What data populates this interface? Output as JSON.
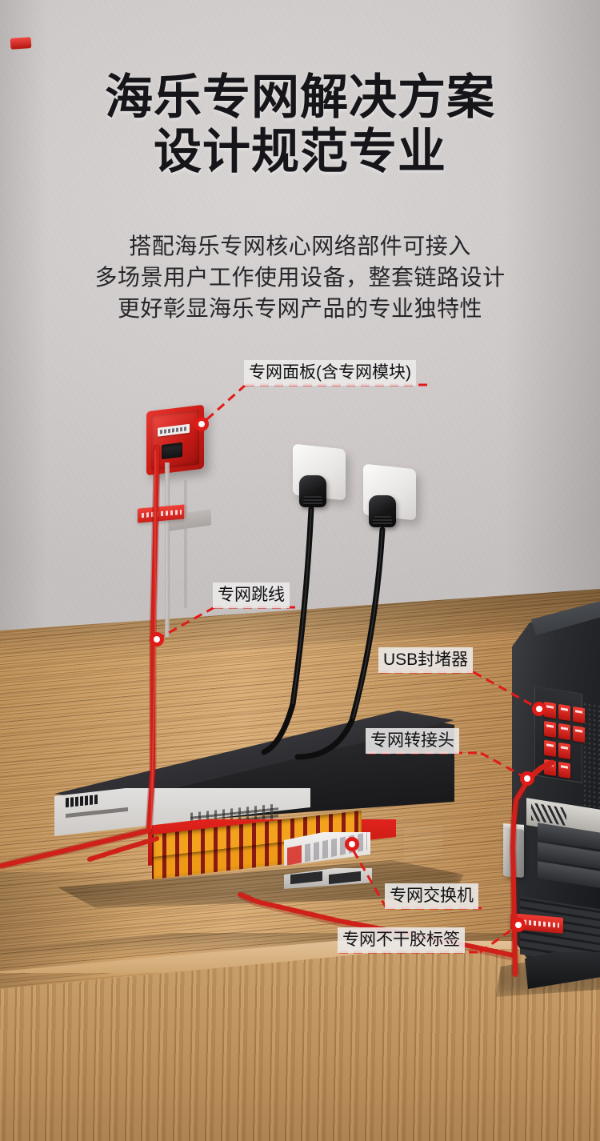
{
  "meta": {
    "brand": "HAILE",
    "accent_red": "#e01b18",
    "wall_color": "#d5d1d0",
    "desk_color": "#c89a61"
  },
  "header": {
    "title_line1": "海乐专网解决方案",
    "title_line2": "设计规范专业",
    "subtitle_line1": "搭配海乐专网核心网络部件可接入",
    "subtitle_line2": "多场景用户工作使用设备，整套链路设计",
    "subtitle_line3": "更好彰显海乐专网产品的专业独特性"
  },
  "callouts": [
    {
      "id": "panel",
      "label": "专网面板(含专网模块)"
    },
    {
      "id": "patch",
      "label": "专网跳线"
    },
    {
      "id": "usb",
      "label": "USB封堵器"
    },
    {
      "id": "adapter",
      "label": "专网转接头"
    },
    {
      "id": "switch",
      "label": "专网交换机"
    },
    {
      "id": "sticker",
      "label": "专网不干胶标签"
    }
  ],
  "scene": {
    "wall_panel_name": "red-network-faceplate",
    "outlets": [
      {
        "name": "power-outlet-left"
      },
      {
        "name": "power-outlet-right"
      }
    ],
    "switch_name": "network-switch",
    "pc_name": "desktop-pc-tower"
  }
}
